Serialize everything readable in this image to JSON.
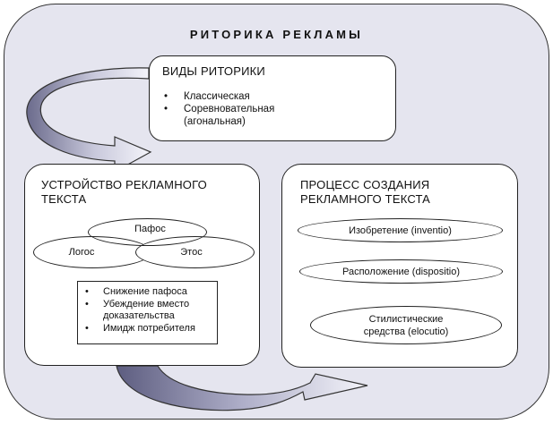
{
  "title": "РИТОРИКА РЕКЛАМЫ",
  "types": {
    "title": "ВИДЫ РИТОРИКИ",
    "items": [
      "Классическая",
      "Соревновательная",
      "(агональная)"
    ]
  },
  "device": {
    "title": "УСТРОЙСТВО РЕКЛАМНОГО ТЕКСТА",
    "ovals": {
      "pathos": "Пафос",
      "logos": "Логос",
      "ethos": "Этос"
    },
    "items": [
      "Снижение пафоса",
      "Убеждение вместо",
      "доказательства",
      "Имидж потребителя"
    ]
  },
  "process": {
    "title": "ПРОЦЕСС СОЗДАНИЯ РЕКЛАМНОГО ТЕКСТА",
    "steps": [
      "Изобретение (inventio)",
      "Расположение (dispositio)",
      "Стилистические средства (elocutio)"
    ]
  },
  "colors": {
    "background": "#e5e5ef",
    "arrow_light": "#f2f2f8",
    "arrow_dark": "#6b6b8c"
  }
}
